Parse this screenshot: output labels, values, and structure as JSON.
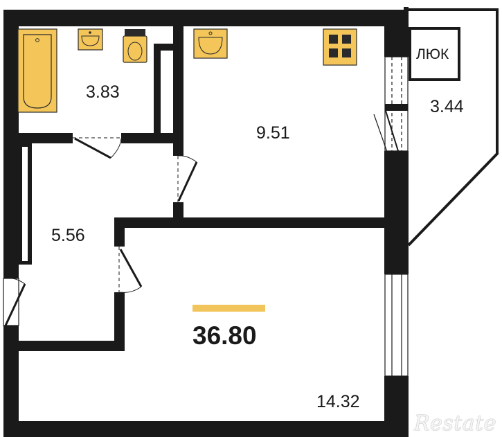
{
  "rooms": [
    {
      "id": "bathroom",
      "area": "3.83"
    },
    {
      "id": "kitchen",
      "area": "9.51"
    },
    {
      "id": "loggia",
      "area": "3.44"
    },
    {
      "id": "hallway",
      "area": "5.56"
    },
    {
      "id": "living-room",
      "area": "14.32"
    }
  ],
  "total_area": "36.80",
  "hatch_label": "ЛЮК",
  "watermark": "Restate",
  "colors": {
    "wall": "#1a1a1a",
    "fixture_fill": "#f4c65a",
    "fixture_stroke": "#2a2a2a",
    "accent_bar": "#f2c55c"
  }
}
